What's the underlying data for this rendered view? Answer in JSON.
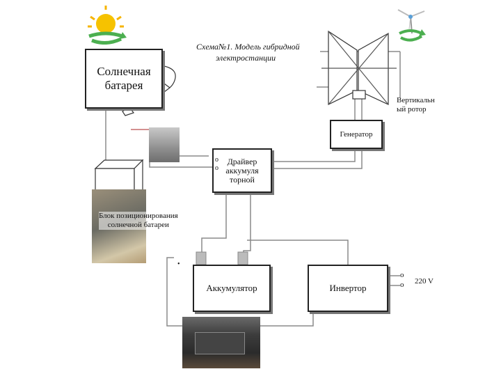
{
  "diagram": {
    "title_line1": "Схема№1. Модель гибридной",
    "title_line2": "электростанции",
    "solar_battery_line1": "Солнечная",
    "solar_battery_line2": "батарея",
    "vertical_rotor_line1": "Вертикальн",
    "vertical_rotor_line2": "ый ротор",
    "generator": "Генератор",
    "driver_line1": "Драйвер",
    "driver_line2": "аккумуля",
    "driver_line3": "торной",
    "driver_terminal_top": "о",
    "driver_terminal_bottom": "о",
    "positioning_block_line1": "Блок позиционирования",
    "positioning_block_line2": "солнечной батареи",
    "accumulator": "Аккумулятор",
    "inverter": "Инвертор",
    "output_terminal_top": "о",
    "output_terminal_bottom": "о",
    "output_voltage": "220 V",
    "dot_marker": "•"
  },
  "colors": {
    "wire": "#8a8a8a",
    "box_border": "#222222",
    "sun": "#f6b400",
    "recycle": "#4caf50"
  },
  "icons": [
    "sun-icon",
    "wind-turbine-icon",
    "recycle-arrow-icon",
    "rotation-arrow-icon"
  ]
}
